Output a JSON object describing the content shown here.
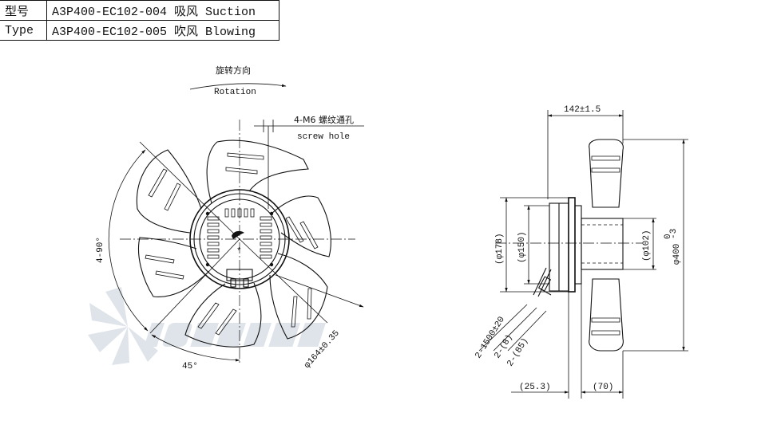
{
  "spec_table": {
    "rows": [
      {
        "key": "型号",
        "value": "A3P400-EC102-004 吸风 Suction"
      },
      {
        "key": "Type",
        "value": "A3P400-EC102-005 吹风 Blowing"
      }
    ]
  },
  "front_view": {
    "rotation_cn": "旋转方向",
    "rotation_en": "Rotation",
    "screw_hole_cn": "4-M6 螺纹通孔",
    "screw_hole_en": "screw hole",
    "angle_4x90": "4-90°",
    "angle_45": "45°",
    "diameter_164": "φ164±0.35"
  },
  "side_view": {
    "dim_142": "142±1.5",
    "dim_178": "(φ178)",
    "dim_150": "(φ150)",
    "dim_102": "(φ102)",
    "dim_400": "φ400",
    "dim_400_tol_upper": "0",
    "dim_400_tol_lower": "-3",
    "cable_1500": "2-1500±20",
    "cable_8": "2-(8)",
    "cable_85": "2-(85)",
    "dim_25_3": "(25.3)",
    "dim_70": "(70)"
  },
  "colors": {
    "line": "#111111",
    "watermark": "#dfe4ea"
  }
}
